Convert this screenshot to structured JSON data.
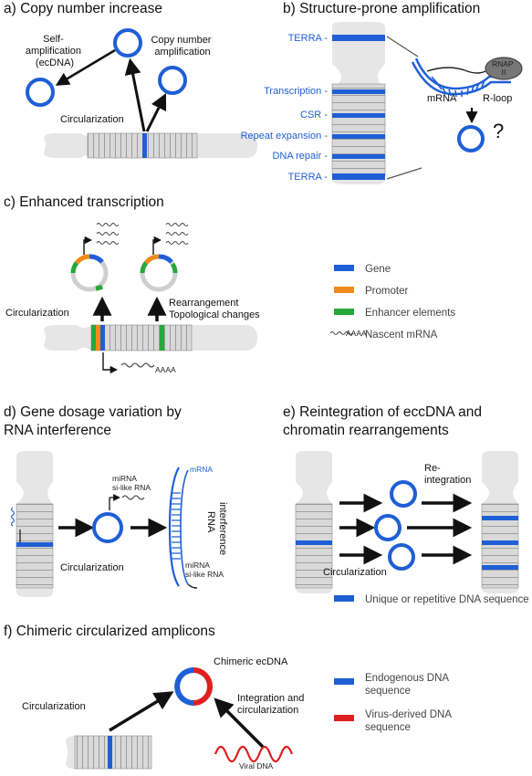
{
  "panels": {
    "a": {
      "title": "a) Copy number increase",
      "self_amp": [
        "Self-",
        "amplification",
        "(ecDNA)"
      ],
      "copy_amp": [
        "Copy number",
        "amplification"
      ],
      "circularization": "Circularization"
    },
    "b": {
      "title": "b) Structure-prone amplification",
      "terra_top": "TERRA",
      "transcription": "Transcription",
      "csr": "CSR",
      "repeat": "Repeat expansion",
      "dna_repair": "DNA repair",
      "terra_bottom": "TERRA",
      "mrna": "mRNA",
      "rloop": "R-loop",
      "rnap": [
        "RNAP",
        "II"
      ],
      "question": "?"
    },
    "c": {
      "title": "c) Enhanced transcription",
      "circularization": "Circularization",
      "rearr": [
        "Rearrangement",
        "Topological changes"
      ],
      "aaaa": "AAAA"
    },
    "legend_c": {
      "gene": "Gene",
      "promoter": "Promoter",
      "enhancer": "Enhancer elements",
      "nascent": "Nascent mRNA",
      "aaaa": "AAAA"
    },
    "d": {
      "title": [
        "d) Gene dosage variation by",
        "RNA interference"
      ],
      "mirna1": [
        "miRNA",
        "si-like RNA"
      ],
      "mrna": "mRNA",
      "rnai": [
        "RNA",
        "interference"
      ],
      "mirna2": [
        "miRNA",
        "si-like RNA"
      ],
      "circularization": "Circularization"
    },
    "e": {
      "title": [
        "e) Reintegration of eccDNA and",
        "chromatin rearrangements"
      ],
      "reint": [
        "Re-",
        "integration"
      ],
      "circularization": "Circularization",
      "legend": "Unique or repetitive DNA sequence"
    },
    "f": {
      "title": "f) Chimeric circularized amplicons",
      "chimeric": "Chimeric ecDNA",
      "integration": [
        "Integration and",
        "circularization"
      ],
      "circularization": "Circularization",
      "viral": "Viral DNA",
      "endo": [
        "Endogenous DNA",
        "sequence"
      ],
      "virus": [
        "Virus-derived DNA",
        "sequence"
      ]
    },
    "colors": {
      "blue": "#1f5fd6",
      "red": "#e02020",
      "orange": "#f08a1a",
      "green": "#27a83a",
      "gray": "#d6d6d6"
    }
  }
}
